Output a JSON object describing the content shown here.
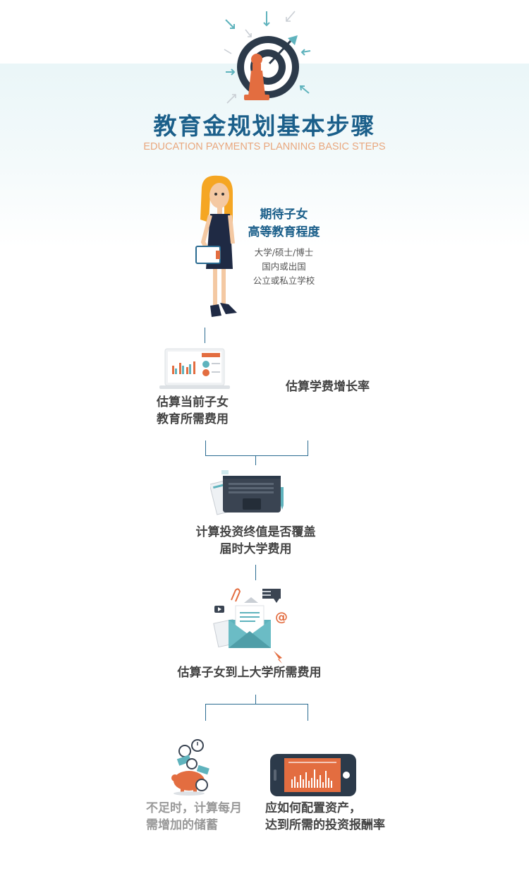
{
  "header": {
    "title": "教育金规划基本步骤",
    "subtitle": "EDUCATION PAYMENTS PLANNING BASIC STEPS"
  },
  "step1": {
    "heading_line1": "期待子女",
    "heading_line2": "高等教育程度",
    "details": [
      "大学/硕士/博士",
      "国内或出国",
      "公立或私立学校"
    ]
  },
  "step2": {
    "left_line1": "估算当前子女",
    "left_line2": "教育所需费用",
    "right": "估算学费增长率"
  },
  "step3": {
    "line1": "计算投资终值是否覆盖",
    "line2": "届时大学费用"
  },
  "step4": {
    "label": "估算子女到上大学所需费用"
  },
  "step5": {
    "left_line1": "不足时，计算每月",
    "left_line2": "需增加的储蓄",
    "right_line1": "应如何配置资产，",
    "right_line2": "达到所需的投资报酬率"
  },
  "colors": {
    "title_blue": "#1b5f8a",
    "subtitle_orange": "#e9a77d",
    "accent_orange": "#e36d40",
    "teal": "#5fb3bd",
    "dark_navy": "#2c3a4a",
    "connector": "#2a6b91"
  },
  "icons": [
    "target-icon",
    "woman-with-tablet-icon",
    "laptop-chart-icon",
    "laptop-documents-icon",
    "email-envelope-icon",
    "piggy-bank-icon",
    "smartphone-chart-icon"
  ]
}
